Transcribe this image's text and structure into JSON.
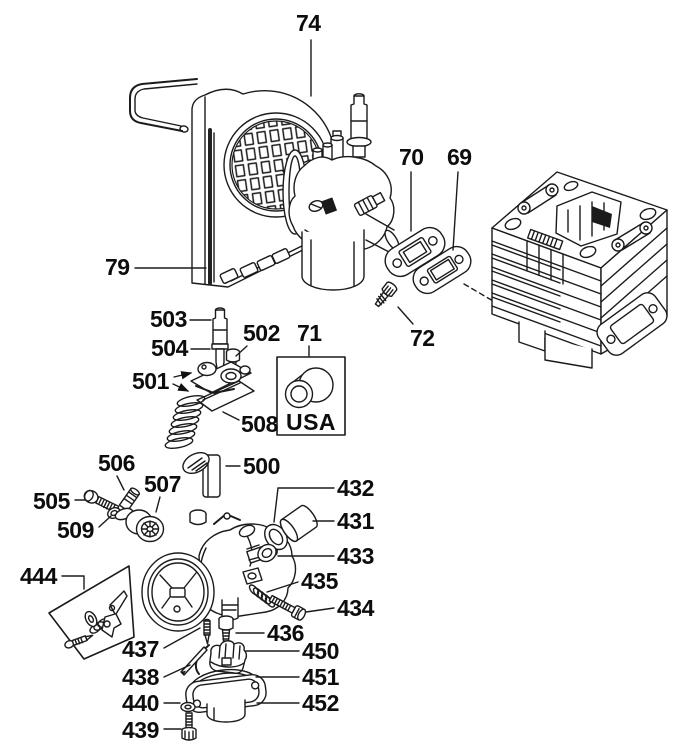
{
  "diagram_kind": "exploded parts diagram",
  "inset_caption": "USA",
  "callouts": {
    "74": "74",
    "79": "79",
    "70": "70",
    "69": "69",
    "72": "72",
    "71": "71",
    "503": "503",
    "504": "504",
    "502": "502",
    "501": "501",
    "508": "508",
    "500": "500",
    "506": "506",
    "507": "507",
    "505": "505",
    "509": "509",
    "432": "432",
    "431": "431",
    "433": "433",
    "435": "435",
    "434": "434",
    "444": "444",
    "436": "436",
    "437": "437",
    "450": "450",
    "438": "438",
    "451": "451",
    "440": "440",
    "452": "452",
    "439": "439"
  }
}
